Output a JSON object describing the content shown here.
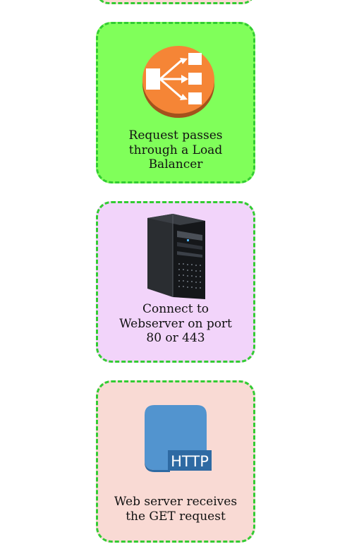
{
  "diagram": {
    "steps": [
      {
        "label": "Request passes\nthrough a Load\nBalancer",
        "icon": "load-balancer-icon"
      },
      {
        "label": "Connect to\nWebserver on port\n80 or 443",
        "icon": "server-tower-icon"
      },
      {
        "label": "Web server receives\nthe GET request",
        "icon": "http-document-icon",
        "icon_text": "HTTP"
      }
    ],
    "colors": {
      "border": "#33cc33",
      "load_balancer_fill": "#80ff5a",
      "webserver_fill": "#f2d4fa",
      "http_fill": "#f9dad4",
      "lb_icon": "#f58536",
      "http_icon": "#5294cf"
    }
  }
}
